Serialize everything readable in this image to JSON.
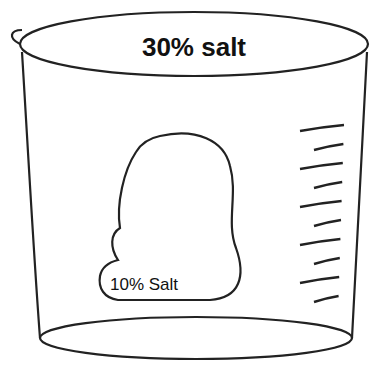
{
  "diagram": {
    "nodes": [
      {
        "text": [
          "30% salt"
        ]
      },
      {
        "text": [
          "10% Salt"
        ],
        "in": 0
      }
    ]
  }
}
